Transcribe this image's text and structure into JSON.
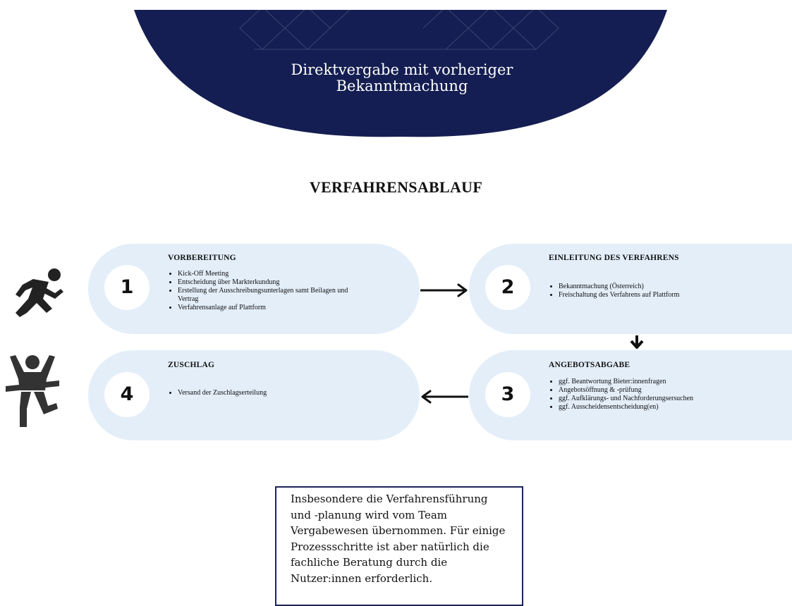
{
  "header": {
    "title_line1": "Direktvergabe mit vorheriger",
    "title_line2": "Bekanntmachung",
    "color": "#141e52"
  },
  "section_title": "VERFAHRENSABLAUF",
  "steps": [
    {
      "number": "1",
      "title": "VORBEREITUNG",
      "items": [
        "Kick-Off Meeting",
        "Entscheidung über Markterkundung",
        "Erstellung der Ausschreibungsunterlagen samt Beilagen und Vertrag",
        "Verfahrensanlage auf Plattform"
      ]
    },
    {
      "number": "2",
      "title": "EINLEITUNG DES VERFAHRENS",
      "items": [
        "Bekanntmachung (Österreich)",
        "Freischaltung des Verfahrens auf Plattform"
      ]
    },
    {
      "number": "3",
      "title": "ANGEBOTSABGABE",
      "items": [
        "ggf. Beantwortung Bieter:innenfragen",
        "Angebotsöffnung & -prüfung",
        "ggf. Aufklärungs- und Nachforderungsersuchen",
        "ggf. Ausscheidensentscheidung(en)"
      ]
    },
    {
      "number": "4",
      "title": "ZUSCHLAG",
      "items": [
        "Versand der Zuschlagserteilung"
      ]
    }
  ],
  "icons": {
    "start": "running-person-icon",
    "finish": "finish-line-person-icon"
  },
  "colors": {
    "pill": "#e3eef9",
    "box_border": "#1b2457"
  },
  "info_box": {
    "lines": [
      "Insbesondere die Verfahrensführung",
      "und -planung wird vom Team",
      "Vergabewesen übernommen. Für einige",
      "Prozessschritte ist aber natürlich die",
      "fachliche Beratung durch die",
      "Nutzer:innen erforderlich."
    ]
  }
}
